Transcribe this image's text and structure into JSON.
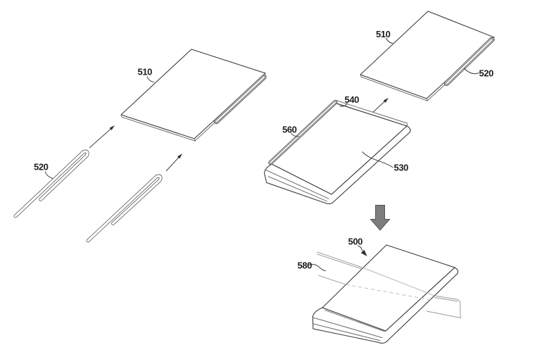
{
  "figure": {
    "background": "#ffffff",
    "line_color": "#3c3c3c",
    "light_line_color": "#999999",
    "block_arrow": {
      "fill": "#7d7d7d",
      "stroke": "#565656"
    },
    "labels": {
      "left_panel": "510",
      "left_clips": "520",
      "upper_panel": "510",
      "upper_clip": "520",
      "top_rail": "540",
      "side_rail": "560",
      "display_surface": "530",
      "assembled_device": "500",
      "flat_sheet": "580"
    }
  }
}
